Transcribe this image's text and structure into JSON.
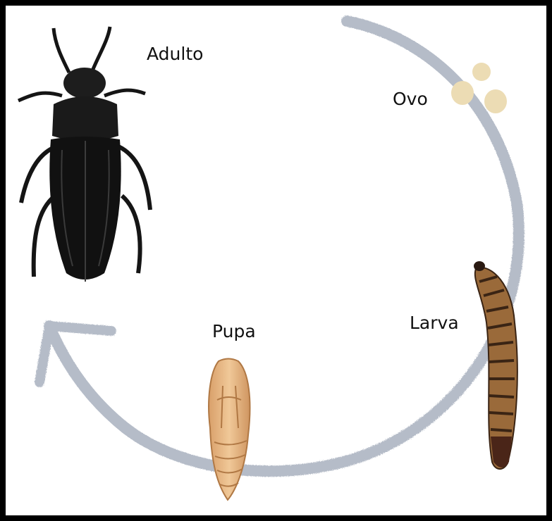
{
  "stages": {
    "adult": "Adulto",
    "egg": "Ovo",
    "larva": "Larva",
    "pupa": "Pupa"
  },
  "colors": {
    "frame": "#000000",
    "cycle_arrow": "#a9b1bf",
    "egg": "#ecdcb4",
    "larva_body": "#9a6a3a",
    "larva_stripe": "#3a2414",
    "pupa": "#e6b886",
    "beetle": "#151515"
  },
  "icons": [
    "beetle-adult-illustration",
    "egg-cluster-illustration",
    "larva-illustration",
    "pupa-illustration",
    "cycle-arrow"
  ]
}
